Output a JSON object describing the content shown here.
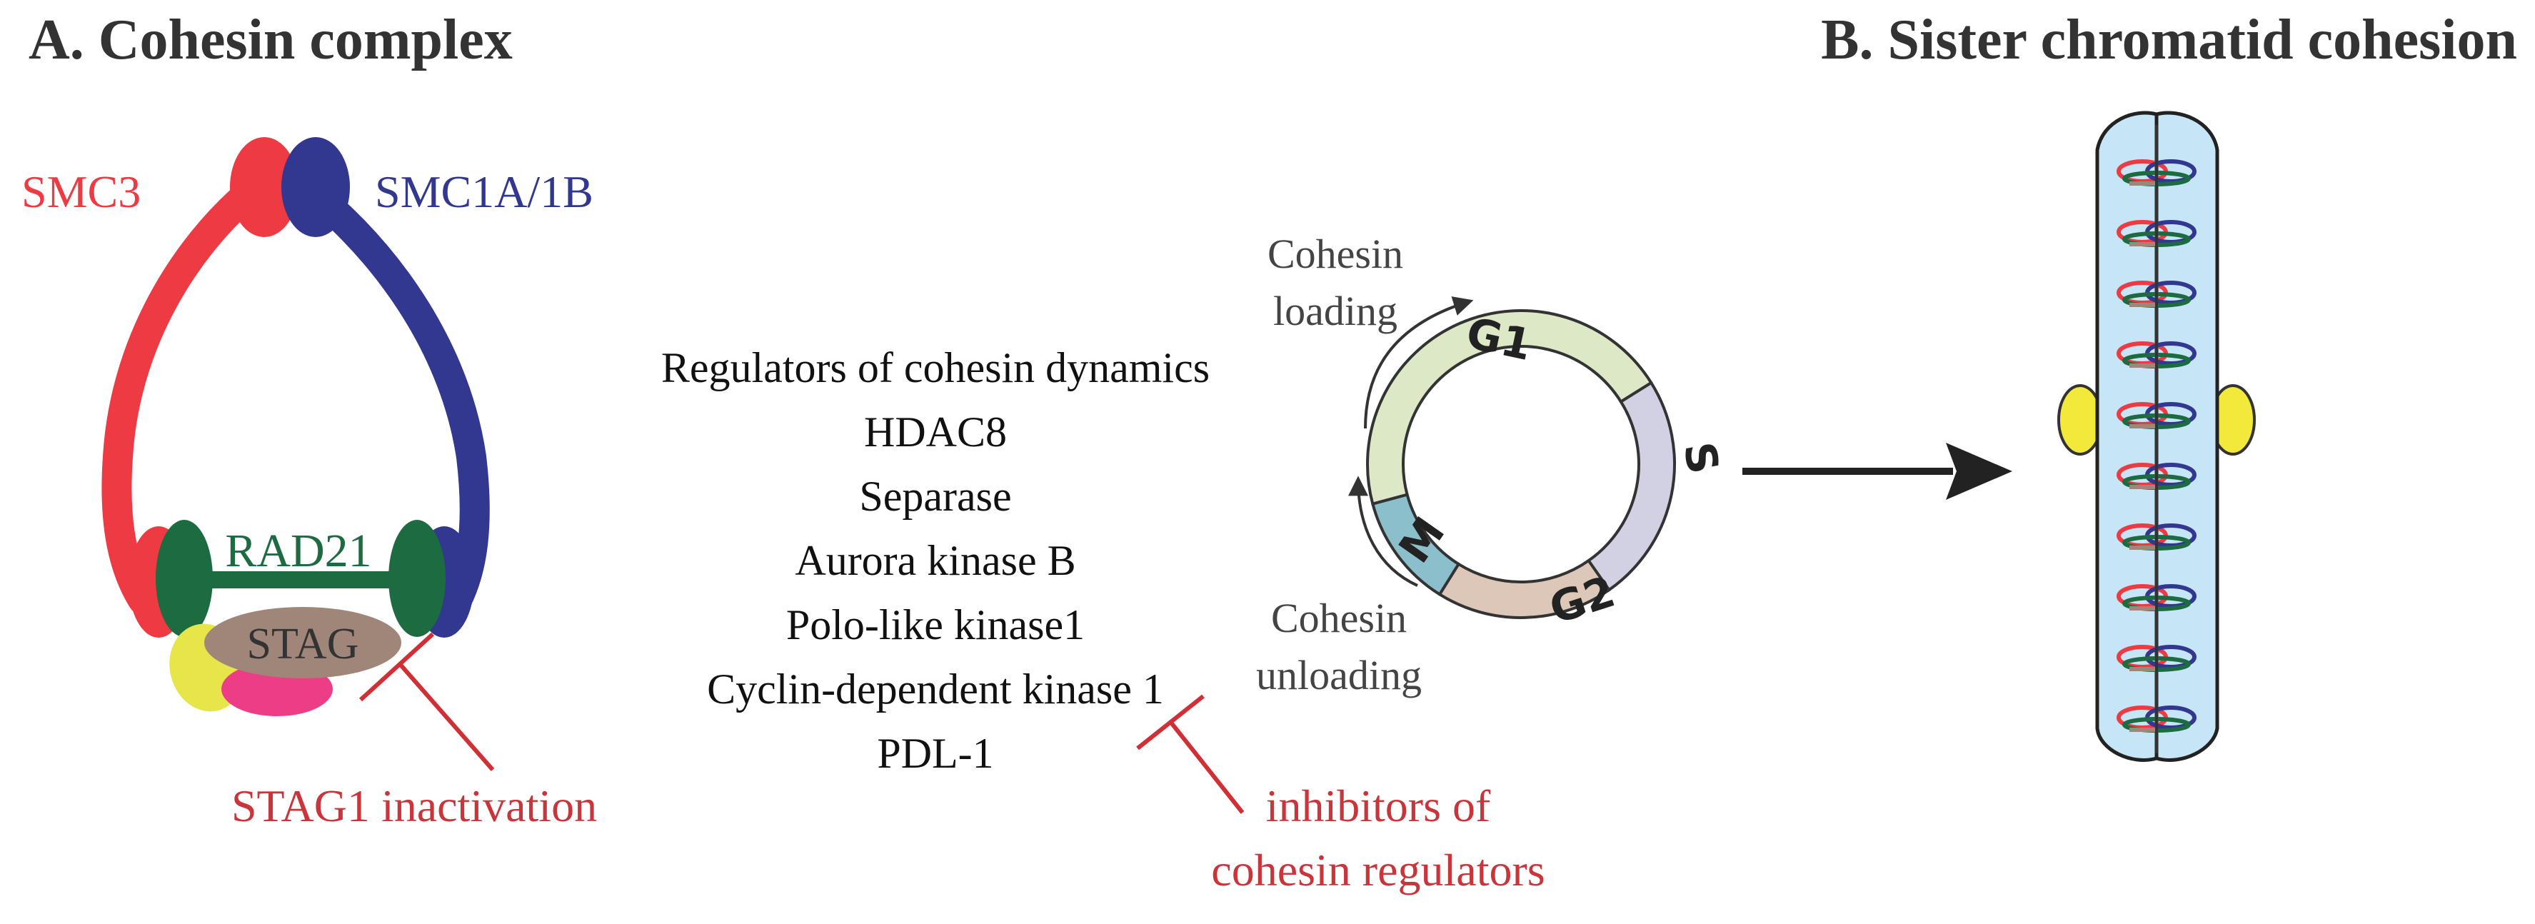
{
  "colors": {
    "smc3": "#ee3a43",
    "smc1": "#32378f",
    "rad21": "#1d6b40",
    "stag": "#a08679",
    "yellow": "#e6e64a",
    "magenta": "#ec3d86",
    "red_text": "#c8353b",
    "g1": "#dde9c6",
    "s": "#d2d1e4",
    "g2": "#dcc7b8",
    "m": "#8cbfcc",
    "chromatid": "#c6e6f7",
    "kinetochore": "#f2e93a",
    "dark": "#222222"
  },
  "panel_a": {
    "title": "A. Cohesin complex",
    "smc3_label": "SMC3",
    "smc1_label": "SMC1A/1B",
    "rad21_label": "RAD21",
    "stag_label": "STAG",
    "stag1_inactivation_label": "STAG1 inactivation"
  },
  "regulators": {
    "heading": "Regulators of cohesin dynamics",
    "items": [
      "HDAC8",
      "Separase",
      "Aurora kinase B",
      "Polo-like kinase1",
      "Cyclin-dependent kinase 1",
      "PDL-1"
    ],
    "inhibitor_label_line1": "inhibitors of",
    "inhibitor_label_line2": "cohesin regulators"
  },
  "cell_cycle": {
    "phases": [
      "G1",
      "S",
      "G2",
      "M"
    ],
    "loading_line1": "Cohesin",
    "loading_line2": "loading",
    "unloading_line1": "Cohesin",
    "unloading_line2": "unloading"
  },
  "panel_b": {
    "title": "B. Sister chromatid cohesion",
    "cohesin_ring_count": 10
  }
}
